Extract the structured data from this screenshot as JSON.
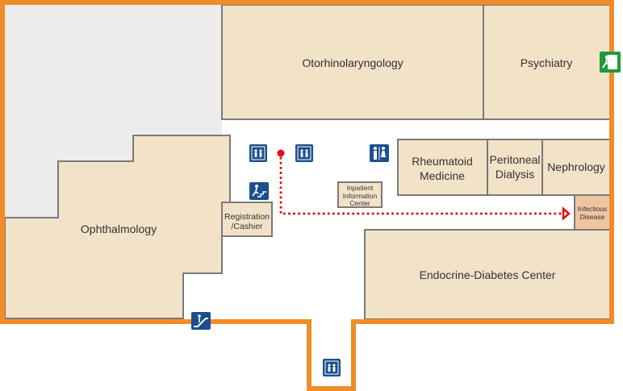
{
  "colors": {
    "outline": "#f28c28",
    "room_fill": "#f2e2c8",
    "room_stroke": "#7a7a7a",
    "highlight_fill": "#eec5a0",
    "restricted_fill": "#ececec",
    "route": "#e01010",
    "icon_blue": "#1d4f8f",
    "exit_green": "#1c9a3c"
  },
  "rooms": {
    "otorhinolaryngology": "Otorhinolaryngology",
    "psychiatry": "Psychiatry",
    "rheumatoid_1": "Rheumatoid",
    "rheumatoid_2": "Medicine",
    "peritoneal_1": "Peritoneal",
    "peritoneal_2": "Dialysis",
    "nephrology": "Nephrology",
    "infectious_1": "Infectious",
    "infectious_2": "Disease",
    "ophthalmology": "Ophthalmology",
    "registration_1": "Registration",
    "registration_2": "/Cashier",
    "inpatient_1": "Inpatient",
    "inpatient_2": "Information",
    "inpatient_3": "Center",
    "endocrine": "Endocrine-Diabetes Center"
  },
  "icons": {
    "elevator": "elevator-icon",
    "restroom": "restroom-icon",
    "stairs": "stairs-icon",
    "escalator": "escalator-icon",
    "exit": "emergency-exit-icon"
  },
  "route": {
    "start": "current-location-marker",
    "destination": "Infectious Disease"
  }
}
